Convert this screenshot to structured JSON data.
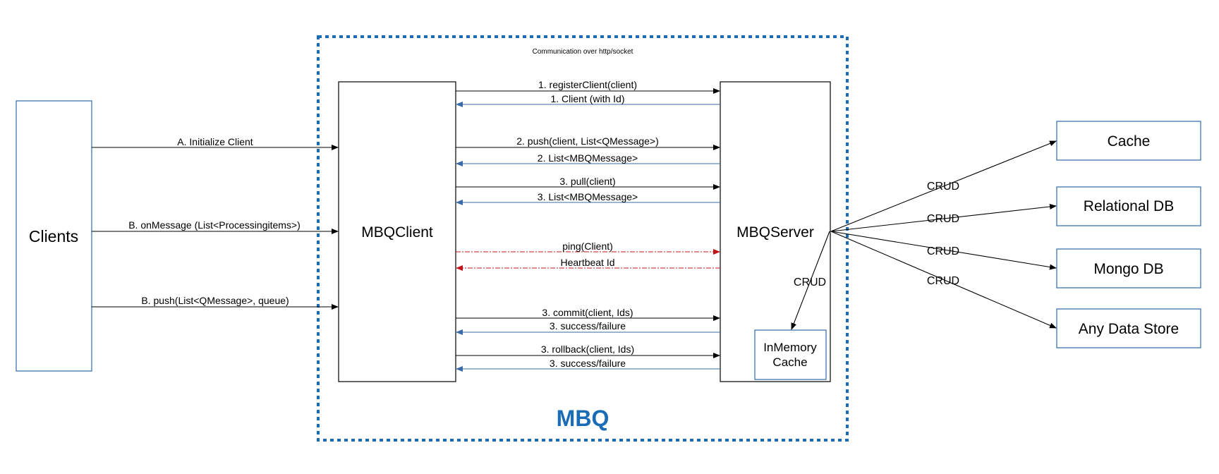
{
  "colors": {
    "boundary": "#1a6cb7",
    "response_arrow": "#3a6aa6",
    "heartbeat_arrow": "#c0141b",
    "request_arrow": "#000000"
  },
  "boundary": {
    "caption": "Communication over http/socket",
    "title": "MBQ"
  },
  "nodes": {
    "clients": "Clients",
    "mbq_client": "MBQClient",
    "mbq_server": "MBQServer",
    "inmemory_line1": "InMemory",
    "inmemory_line2": "Cache",
    "cache": "Cache",
    "relational_db": "Relational DB",
    "mongo_db": "Mongo DB",
    "any_data_store": "Any Data Store"
  },
  "client_arrows": [
    "A. Initialize Client",
    "B. onMessage (List<Processingitems>)",
    "B. push(List<QMessage>, queue)"
  ],
  "messages": [
    "1. registerClient(client)",
    "1. Client (with Id)",
    "2. push(client, List<QMessage>)",
    "2. List<MBQMessage>",
    "3. pull(client)",
    "3. List<MBQMessage>",
    "ping(Client)",
    "Heartbeat Id",
    "3. commit(client, Ids)",
    "3. success/failure",
    "3. rollback(client, Ids)",
    "3. success/failure"
  ],
  "crud_labels": [
    "CRUD",
    "CRUD",
    "CRUD",
    "CRUD",
    "CRUD"
  ]
}
